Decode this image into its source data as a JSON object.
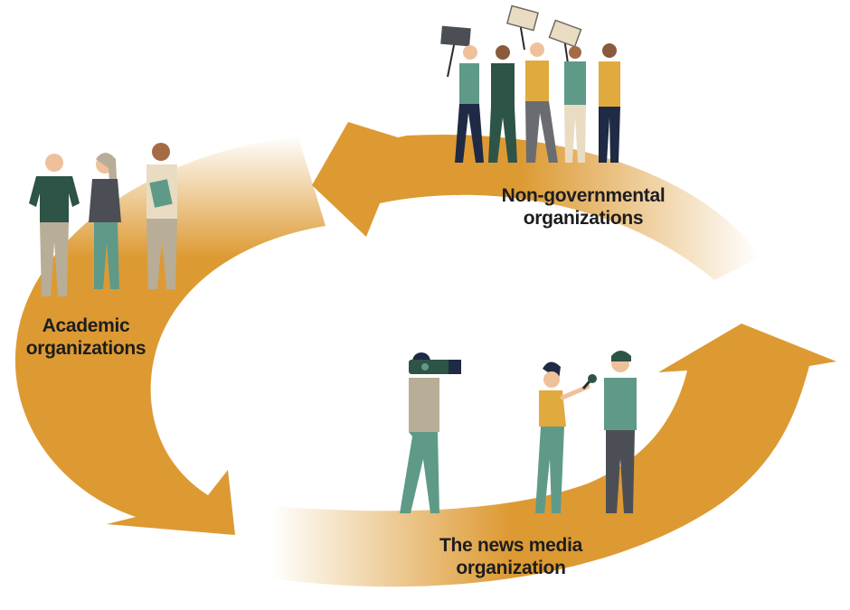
{
  "colors": {
    "arrow": "#dd9a33",
    "teal": "#5f9a88",
    "dark_green": "#2d5446",
    "navy": "#1f2a44",
    "mustard": "#e0aa3e",
    "khaki": "#b8ad97",
    "skin": "#efc19a",
    "sign": "#e9dcc3",
    "label_text": "#1d1d1f"
  },
  "nodes": {
    "ngo": {
      "line1": "Non-governmental",
      "line2": "organizations"
    },
    "academic": {
      "line1": "Academic",
      "line2": "organizations"
    },
    "news": {
      "line1": "The news media",
      "line2": "organization"
    }
  },
  "icons": [
    "cycle-arrow-top",
    "cycle-arrow-left",
    "cycle-arrow-right",
    "protester-figures",
    "academic-figures",
    "journalist-figures",
    "video-camera-icon",
    "microphone-icon"
  ]
}
